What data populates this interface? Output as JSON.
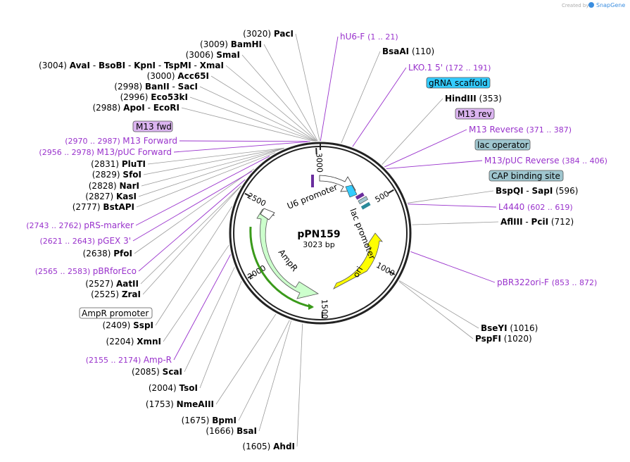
{
  "watermark": {
    "prefix": "Created by",
    "brand": "SnapGene"
  },
  "plasmid": {
    "name": "pPN159",
    "length": "3023 bp"
  },
  "ticks": [
    "500",
    "1000",
    "1500",
    "2000",
    "2500",
    "3000"
  ],
  "features": {
    "u6": "U6 promoter",
    "lac": "lac promoter",
    "ori": "ori",
    "ampr": "AmpR"
  },
  "enzymes_left": [
    {
      "pos": "(3020)",
      "names": [
        "PacI"
      ]
    },
    {
      "pos": "(3009)",
      "names": [
        "BamHI"
      ]
    },
    {
      "pos": "(3006)",
      "names": [
        "SmaI"
      ]
    },
    {
      "pos": "(3004)",
      "names": [
        "AvaI",
        "BsoBI",
        "KpnI",
        "TspMI",
        "XmaI"
      ]
    },
    {
      "pos": "(3000)",
      "names": [
        "Acc65I"
      ]
    },
    {
      "pos": "(2998)",
      "names": [
        "BanII",
        "SacI"
      ]
    },
    {
      "pos": "(2996)",
      "names": [
        "Eco53kI"
      ]
    },
    {
      "pos": "(2988)",
      "names": [
        "ApoI",
        "EcoRI"
      ]
    },
    {
      "pos": "(2831)",
      "names": [
        "PluTI"
      ]
    },
    {
      "pos": "(2829)",
      "names": [
        "SfoI"
      ]
    },
    {
      "pos": "(2828)",
      "names": [
        "NarI"
      ]
    },
    {
      "pos": "(2827)",
      "names": [
        "KasI"
      ]
    },
    {
      "pos": "(2777)",
      "names": [
        "BstAPI"
      ]
    },
    {
      "pos": "(2638)",
      "names": [
        "PfoI"
      ]
    },
    {
      "pos": "(2527)",
      "names": [
        "AatII"
      ]
    },
    {
      "pos": "(2525)",
      "names": [
        "ZraI"
      ]
    },
    {
      "pos": "(2409)",
      "names": [
        "SspI"
      ]
    },
    {
      "pos": "(2204)",
      "names": [
        "XmnI"
      ]
    },
    {
      "pos": "(2085)",
      "names": [
        "ScaI"
      ]
    },
    {
      "pos": "(2004)",
      "names": [
        "TsoI"
      ]
    },
    {
      "pos": "(1753)",
      "names": [
        "NmeAIII"
      ]
    },
    {
      "pos": "(1675)",
      "names": [
        "BpmI"
      ]
    },
    {
      "pos": "(1666)",
      "names": [
        "BsaI"
      ]
    },
    {
      "pos": "(1605)",
      "names": [
        "AhdI"
      ]
    }
  ],
  "enzymes_right": [
    {
      "pos": "(110)",
      "names": [
        "BsaAI"
      ]
    },
    {
      "pos": "(353)",
      "names": [
        "HindIII"
      ]
    },
    {
      "pos": "(596)",
      "names": [
        "BspQI",
        "SapI"
      ]
    },
    {
      "pos": "(712)",
      "names": [
        "AflIII",
        "PciI"
      ]
    },
    {
      "pos": "(1016)",
      "names": [
        "BseYI"
      ]
    },
    {
      "pos": "(1020)",
      "names": [
        "PspFI"
      ]
    }
  ],
  "primers_left": [
    {
      "name": "M13 Forward",
      "range": "(2970 .. 2987)"
    },
    {
      "name": "M13/pUC Forward",
      "range": "(2956 .. 2978)"
    },
    {
      "name": "pRS-marker",
      "range": "(2743 .. 2762)"
    },
    {
      "name": "pGEX 3'",
      "range": "(2621 .. 2643)"
    },
    {
      "name": "pBRforEco",
      "range": "(2565 .. 2583)"
    },
    {
      "name": "Amp-R",
      "range": "(2155 .. 2174)"
    }
  ],
  "primers_right": [
    {
      "name": "hU6-F",
      "range": "(1 .. 21)"
    },
    {
      "name": "LKO.1 5'",
      "range": "(172 .. 191)"
    },
    {
      "name": "M13 Reverse",
      "range": "(371 .. 387)"
    },
    {
      "name": "M13/pUC Reverse",
      "range": "(384 .. 406)"
    },
    {
      "name": "L4440",
      "range": "(602 .. 619)"
    },
    {
      "name": "pBR322ori-F",
      "range": "(853 .. 872)"
    }
  ],
  "boxed": {
    "m13fwd": "M13 fwd",
    "amprprom": "AmpR promoter",
    "grna": "gRNA scaffold",
    "m13rev": "M13 rev",
    "lacop": "lac operator",
    "cap": "CAP binding site"
  },
  "colors": {
    "primer": "#9932cc",
    "grna": "#33ccff",
    "m13box": "#dbb4f0",
    "lacop": "#9fc6cf",
    "ori": "#ffff00",
    "ampr": "#ccffcc"
  }
}
